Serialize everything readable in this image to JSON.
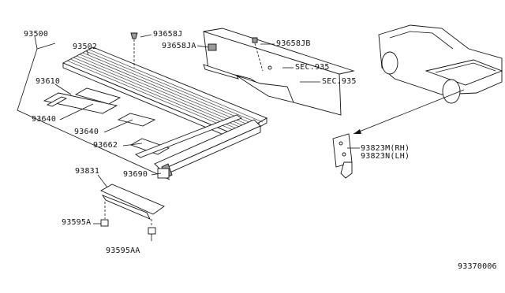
{
  "labels": {
    "p93500": "93500",
    "p93502": "93502",
    "p93658J": "93658J",
    "p93658JA": "93658JA",
    "p93658JB": "93658JB",
    "sec935a": "SEC.935",
    "sec935b": "SEC.935",
    "p93610": "93610",
    "p93640a": "93640",
    "p93640b": "93640",
    "p93662": "93662",
    "p93690": "93690",
    "p93831": "93831",
    "p93595A": "93595A",
    "p93595AA": "93595AA",
    "p93823M": "93823M(RH)",
    "p93823N": "93823N(LH)",
    "ref": "93370006"
  },
  "colors": {
    "line": "#111111",
    "background": "#ffffff"
  }
}
